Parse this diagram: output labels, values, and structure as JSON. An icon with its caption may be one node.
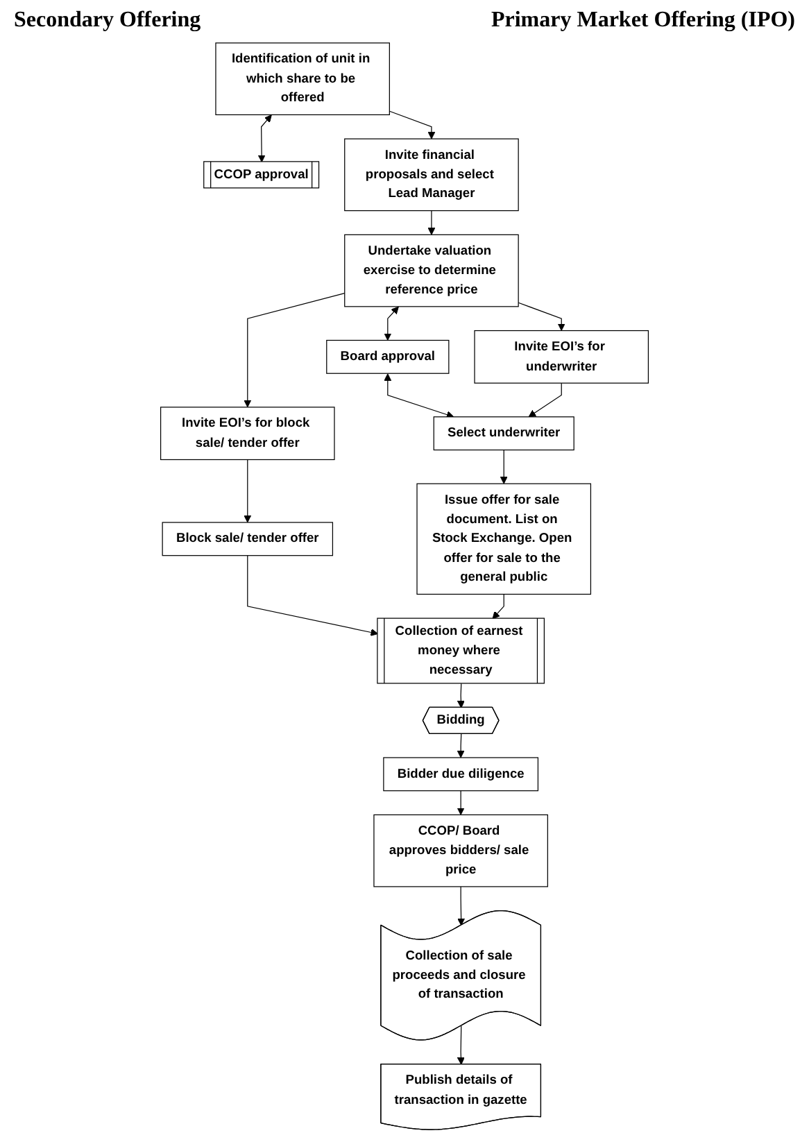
{
  "diagram": {
    "nodes": [
      {
        "text": [
          "Identification of unit in which share to be offered"
        ]
      },
      {
        "text": [
          "CCOP approval"
        ]
      },
      {
        "text": [
          "Invite financial proposals and select Lead Manager"
        ]
      },
      {
        "text": [
          "Invite EOI’s for block sale/ tender offer"
        ]
      },
      {
        "text": [
          "Undertake valuation exercise to determine reference price"
        ]
      },
      {
        "text": [
          "Invite EOI’s for underwriter"
        ]
      },
      {
        "text": [
          "Board approval"
        ]
      },
      {
        "text": [
          "Select underwriter"
        ]
      },
      {
        "text": [
          "Block sale/ tender offer"
        ]
      },
      {
        "text": [
          "Collection of earnest money where necessary"
        ]
      },
      {
        "text": [
          "Issue offer for sale document. List on Stock Exchange. Open offer for sale to the general public"
        ]
      },
      {
        "text": [
          "Bidding"
        ]
      },
      {
        "text": [
          "Bidder due diligence"
        ]
      },
      {
        "text": [
          "CCOP/ Board approves bidders/ sale price"
        ]
      },
      {
        "text": [
          "Collection of sale proceeds and closure of transaction"
        ]
      },
      {
        "text": [
          "Publish details of transaction in gazette"
        ]
      }
    ],
    "edges": [
      {
        "from": 0,
        "to": 1,
        "arrow": "both"
      },
      {
        "from": 0,
        "to": 2,
        "arrow": "to"
      },
      {
        "from": 2,
        "to": 4,
        "arrow": "to"
      },
      {
        "from": 4,
        "to": 3,
        "arrow": "to"
      },
      {
        "from": 4,
        "to": 5,
        "arrow": "to"
      },
      {
        "from": 4,
        "to": 6,
        "arrow": "both"
      },
      {
        "from": 6,
        "to": 7,
        "arrow": "both"
      },
      {
        "from": 5,
        "to": 7,
        "arrow": "to"
      },
      {
        "from": 3,
        "to": 8,
        "arrow": "to"
      },
      {
        "from": 7,
        "to": 10,
        "arrow": "to"
      },
      {
        "from": 8,
        "to": 9,
        "arrow": "to"
      },
      {
        "from": 10,
        "to": 9,
        "arrow": "to"
      },
      {
        "from": 9,
        "to": 11,
        "arrow": "to"
      },
      {
        "from": 11,
        "to": 12,
        "arrow": "to"
      },
      {
        "from": 12,
        "to": 13,
        "arrow": "to"
      },
      {
        "from": 13,
        "to": 14,
        "arrow": "to"
      },
      {
        "from": 14,
        "to": 15,
        "arrow": "to"
      }
    ],
    "labels": [
      "Secondary Offering",
      "Primary Market Offering (IPO)"
    ]
  }
}
